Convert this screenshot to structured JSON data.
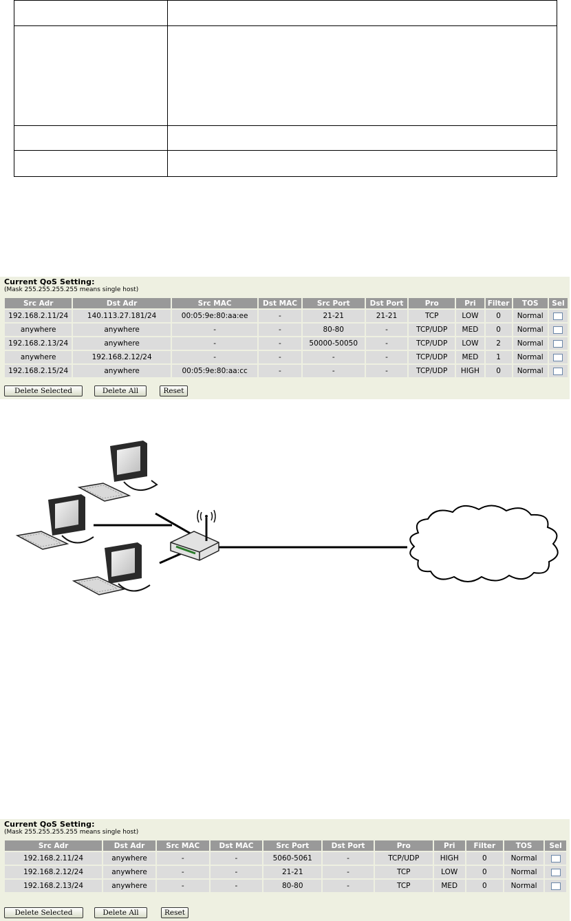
{
  "qos_panels": [
    {
      "title": "Current QoS Setting:",
      "subtitle": "(Mask 255.255.255.255 means single host)",
      "columns": [
        "Src Adr",
        "Dst Adr",
        "Src MAC",
        "Dst MAC",
        "Src Port",
        "Dst Port",
        "Pro",
        "Pri",
        "Filter",
        "TOS",
        "Sel"
      ],
      "rows": [
        [
          "192.168.2.11/24",
          "140.113.27.181/24",
          "00:05:9e:80:aa:ee",
          "-",
          "21-21",
          "21-21",
          "TCP",
          "LOW",
          "0",
          "Normal"
        ],
        [
          "anywhere",
          "anywhere",
          "-",
          "-",
          "80-80",
          "-",
          "TCP/UDP",
          "MED",
          "0",
          "Normal"
        ],
        [
          "192.168.2.13/24",
          "anywhere",
          "-",
          "-",
          "50000-50050",
          "-",
          "TCP/UDP",
          "LOW",
          "2",
          "Normal"
        ],
        [
          "anywhere",
          "192.168.2.12/24",
          "-",
          "-",
          "-",
          "-",
          "TCP/UDP",
          "MED",
          "1",
          "Normal"
        ],
        [
          "192.168.2.15/24",
          "anywhere",
          "00:05:9e:80:aa:cc",
          "-",
          "-",
          "-",
          "TCP/UDP",
          "HIGH",
          "0",
          "Normal"
        ]
      ],
      "buttons": {
        "delete_selected": "Delete Selected",
        "delete_all": "Delete All",
        "reset": "Reset"
      }
    },
    {
      "title": "Current QoS Setting:",
      "subtitle": "(Mask 255.255.255.255 means single host)",
      "columns": [
        "Src Adr",
        "Dst Adr",
        "Src MAC",
        "Dst MAC",
        "Src Port",
        "Dst Port",
        "Pro",
        "Pri",
        "Filter",
        "TOS",
        "Sel"
      ],
      "rows": [
        [
          "192.168.2.11/24",
          "anywhere",
          "-",
          "-",
          "5060-5061",
          "-",
          "TCP/UDP",
          "HIGH",
          "0",
          "Normal"
        ],
        [
          "192.168.2.12/24",
          "anywhere",
          "-",
          "-",
          "21-21",
          "-",
          "TCP",
          "LOW",
          "0",
          "Normal"
        ],
        [
          "192.168.2.13/24",
          "anywhere",
          "-",
          "-",
          "80-80",
          "-",
          "TCP",
          "MED",
          "0",
          "Normal"
        ]
      ],
      "buttons": {
        "delete_selected": "Delete Selected",
        "delete_all": "Delete All",
        "reset": "Reset"
      }
    }
  ],
  "diagram_icons": [
    "computer-icon",
    "computer-icon",
    "computer-icon",
    "wireless-router-icon",
    "internet-cloud-icon"
  ],
  "colors": {
    "panel_bg": "#eef0e1",
    "header_bg": "#999999",
    "cell_bg": "#dcdcdc"
  }
}
